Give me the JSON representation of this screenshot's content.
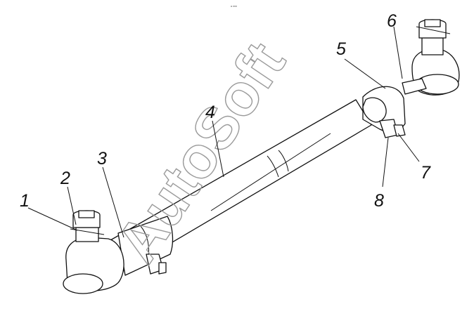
{
  "watermark": "AutoSoft",
  "top_mark": "ᵃ ᵐᵐ",
  "callouts": [
    {
      "id": "1",
      "label": "1"
    },
    {
      "id": "2",
      "label": "2"
    },
    {
      "id": "3",
      "label": "3"
    },
    {
      "id": "4",
      "label": "4"
    },
    {
      "id": "5",
      "label": "5"
    },
    {
      "id": "6",
      "label": "6"
    },
    {
      "id": "7",
      "label": "7"
    },
    {
      "id": "8",
      "label": "8"
    }
  ]
}
